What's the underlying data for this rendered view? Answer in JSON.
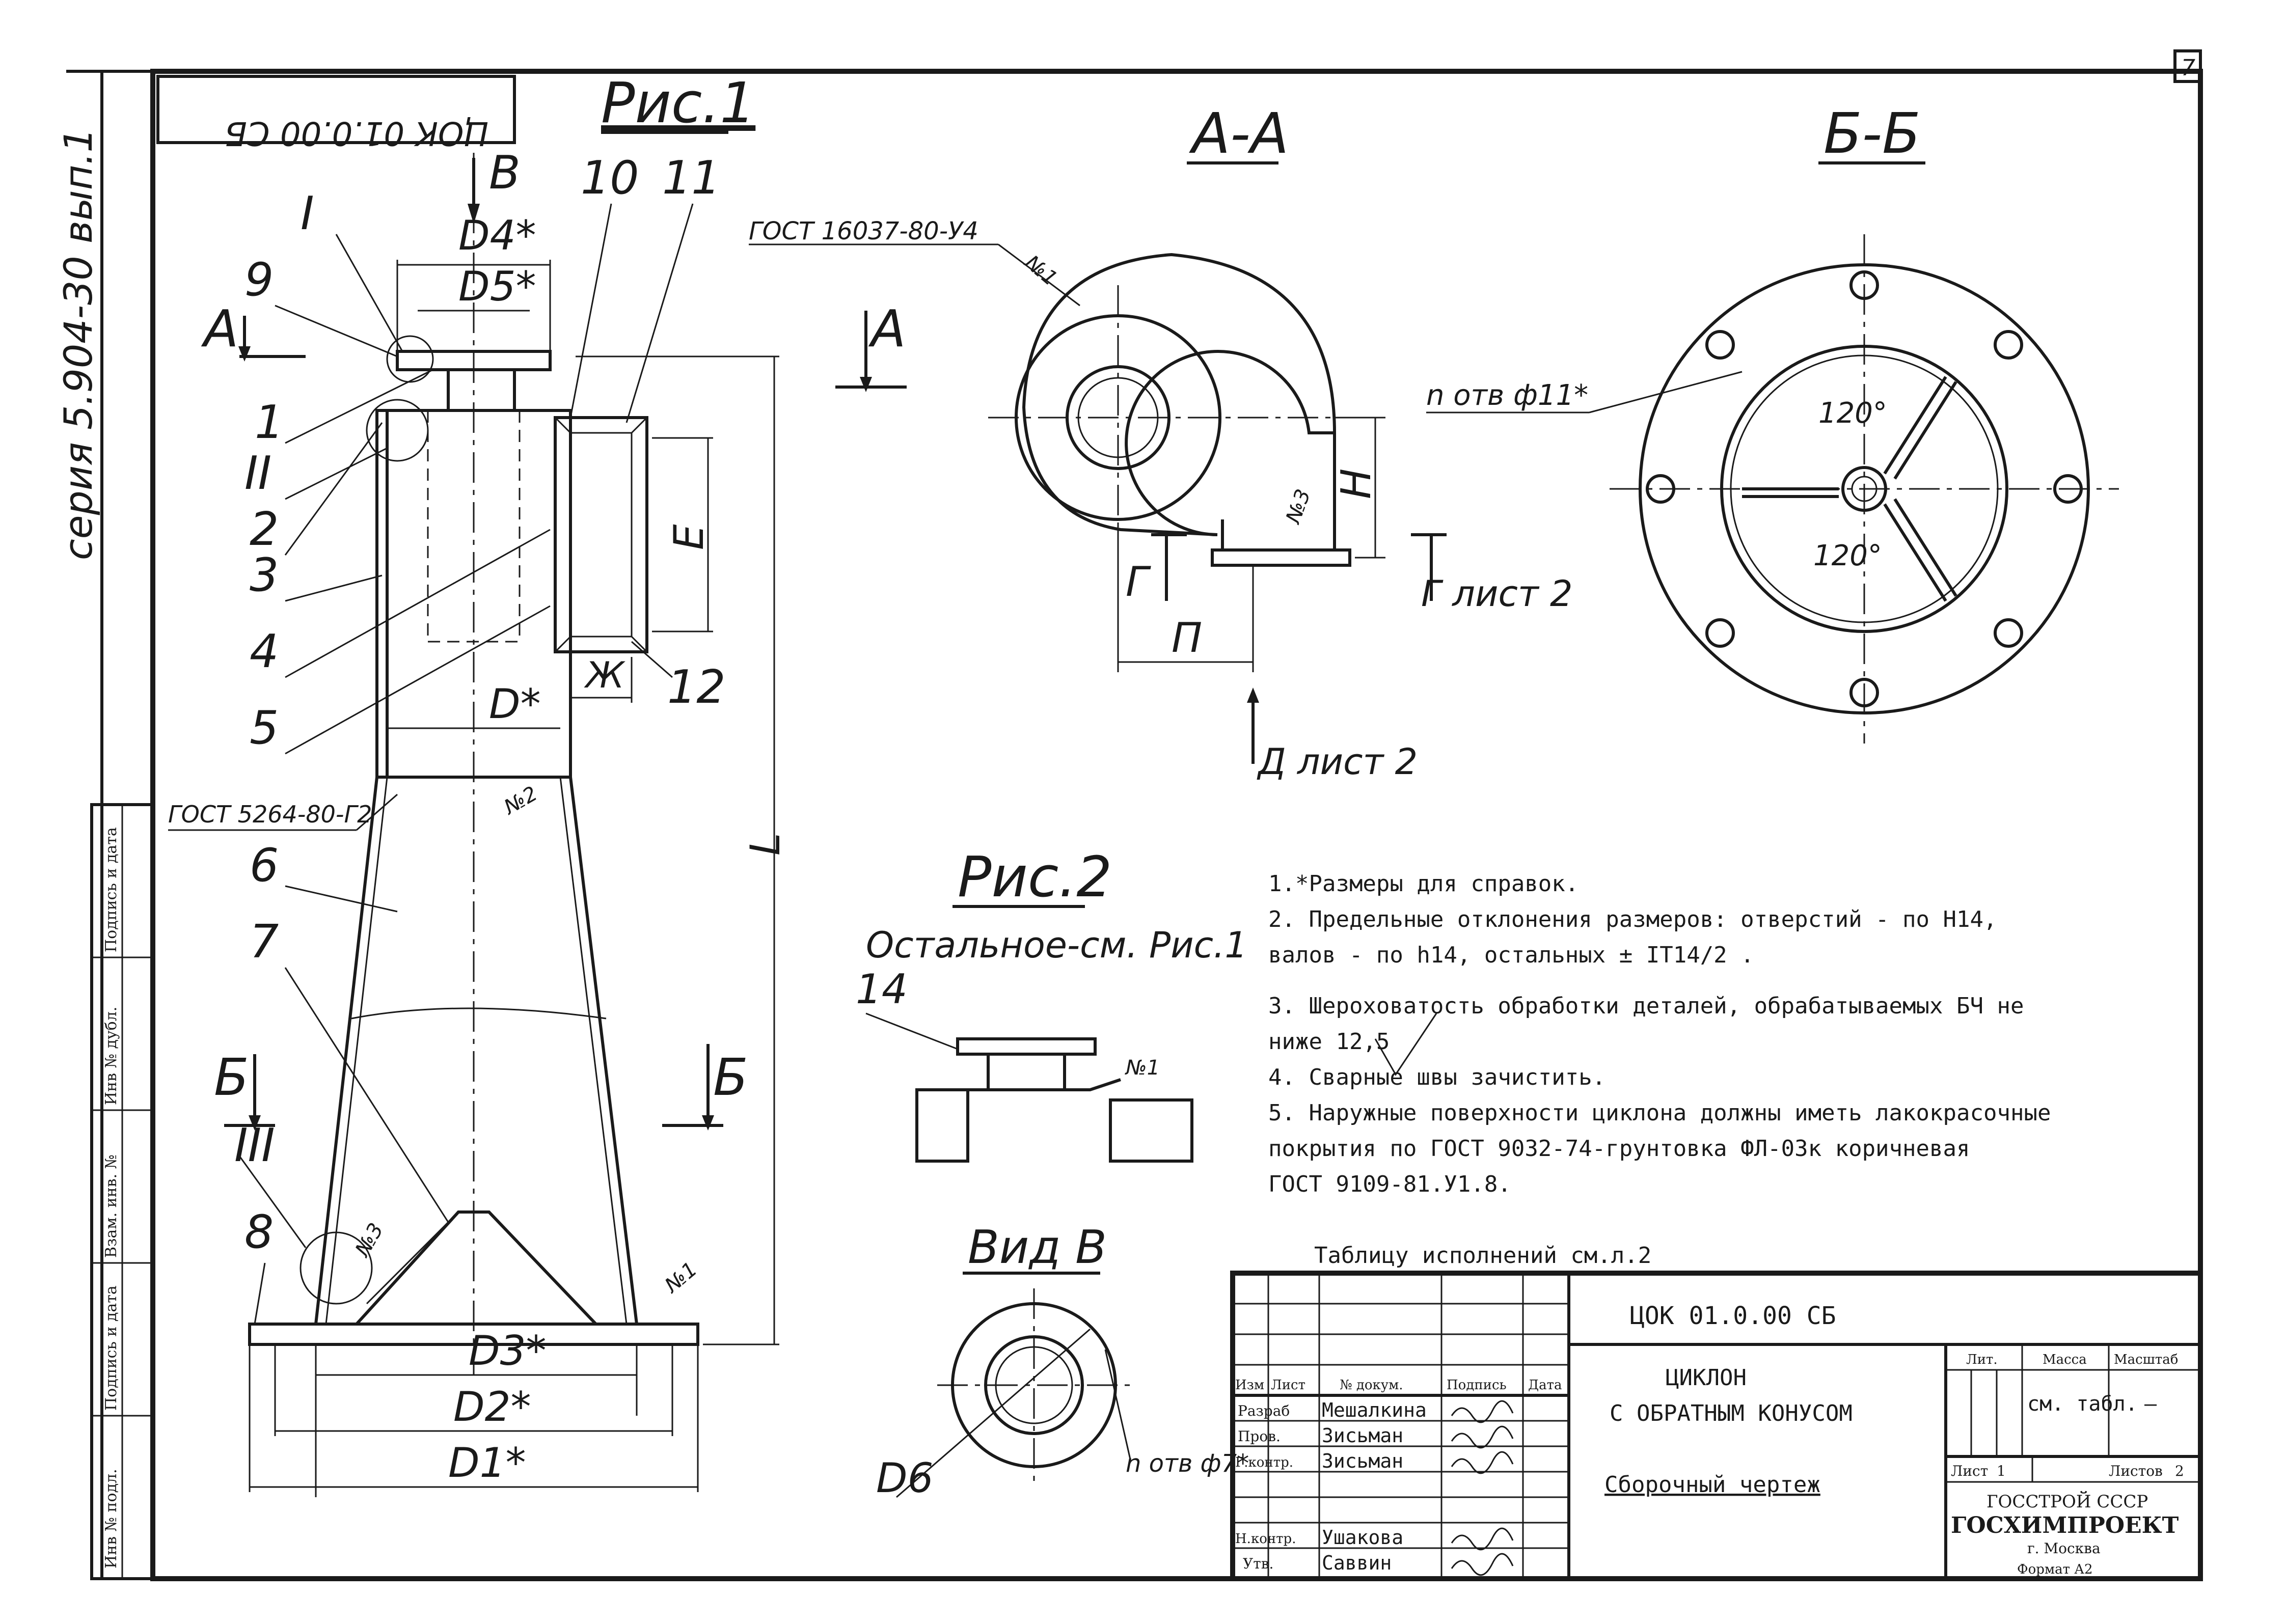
{
  "sheet": {
    "page_number": "7",
    "series": "серия 5.904-30 вып.1",
    "stamp_code_rotated": "ЦОК 01.0.00 СБ"
  },
  "fig1": {
    "title": "Рис.1",
    "view_b": "В",
    "section_a_left": "А",
    "section_a_right": "А",
    "section_b_left": "Б",
    "section_b_right": "Б",
    "dims": {
      "d4": "D4*",
      "d5": "D5*",
      "d": "D*",
      "d3": "D3*",
      "d2": "D2*",
      "d1": "D1*",
      "e": "Е",
      "zh": "Ж",
      "l": "L"
    },
    "callouts": {
      "c1": "1",
      "c2": "2",
      "c3": "3",
      "c4": "4",
      "c5": "5",
      "c6": "6",
      "c7": "7",
      "c8": "8",
      "c9": "9",
      "c10": "10",
      "c11": "11",
      "c12": "12",
      "rI": "I",
      "rII": "II",
      "rIII": "III"
    },
    "weld_gost": "ГОСТ 5264-80-Г2",
    "weld_no2": "№2",
    "weld_no3": "№3",
    "weld_no1": "№1"
  },
  "sectionAA": {
    "title": "А-А",
    "gost": "ГОСТ 16037-80-У4",
    "weld_no1": "№1",
    "weld_no3": "№3",
    "h": "Н",
    "p": "П",
    "g_left": "Г",
    "g_right": "Г лист 2",
    "d_sheet": "Д лист 2"
  },
  "sectionBB": {
    "title": "Б-Б",
    "holes": "n отв ф11*",
    "angle1": "120°",
    "angle2": "120°"
  },
  "fig2": {
    "title": "Рис.2",
    "subtitle": "Остальное-см. Рис.1",
    "callout14": "14",
    "weld_no1": "№1"
  },
  "viewB": {
    "title": "Вид В",
    "d6": "D6",
    "holes": "n отв ф7*"
  },
  "notes": [
    "1.*Размеры для справок.",
    "2. Предельные отклонения размеров: отверстий - по Н14,",
    "   валов - по h14, остальных  ± IT14/2 .",
    "3. Шероховатость обработки деталей, обрабатываемых БЧ не",
    "   ниже  12,5",
    "4. Сварные швы зачистить.",
    "5. Наружные поверхности циклона должны иметь лакокрасочные",
    "   покрытия по ГОСТ 9032-74-грунтовка ФЛ-03к коричневая",
    "   ГОСТ 9109-81.У1.8."
  ],
  "table_ref": "Таблицу исполнений см.л.2",
  "titleblock": {
    "code": "ЦОК 01.0.00 СБ",
    "name_line1": "ЦИКЛОН",
    "name_line2": "С ОБРАТНЫМ КОНУСОМ",
    "doc_type": "Сборочный чертеж",
    "col_izm": "Изм",
    "col_list": "Лист",
    "col_doc": "№ докум.",
    "col_sign": "Подпись",
    "col_date": "Дата",
    "role_razrab": "Разраб",
    "role_prov": "Пров.",
    "role_gkontr": "Г.контр.",
    "role_nkontr": "Н.контр.",
    "role_utv": "Утв.",
    "name_razrab": "Мешалкина",
    "name_prov": "Зисьман",
    "name_gkontr": "Зисьман",
    "name_nkontr": "Ушакова",
    "name_utv": "Саввин",
    "lit": "Лит.",
    "massa": "Масса",
    "masshtab": "Масштаб",
    "massa_val": "см. табл.",
    "masshtab_val": "—",
    "list_label": "Лист",
    "list_val": "1",
    "listov_label": "Листов",
    "listov_val": "2",
    "org1": "ГОССТРОЙ СССР",
    "org2": "ГОСХИМПРОЕКТ",
    "city": "г. Москва",
    "format": "Формат А2"
  },
  "side_stamp": {
    "inv_podl": "Инв № подл.",
    "podp_data1": "Подпись и дата",
    "vzam_inv": "Взам. инв. №",
    "inv_dubl": "Инв № дубл.",
    "podp_data2": "Подпись и дата"
  }
}
